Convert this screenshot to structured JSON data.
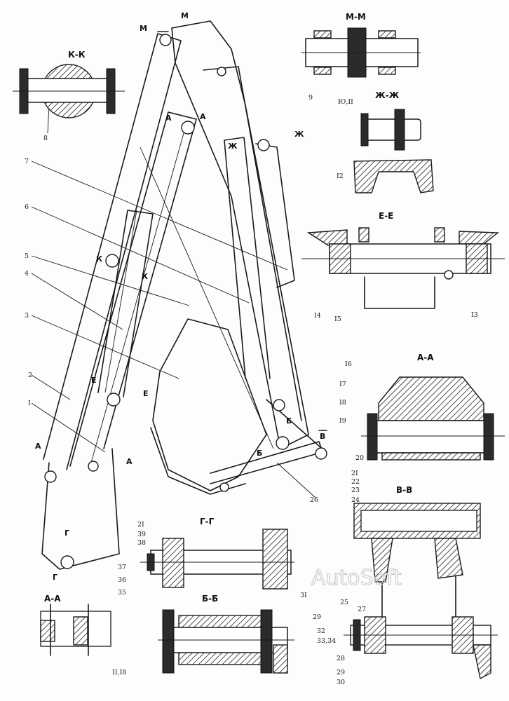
{
  "sections": {
    "kk": "К-К",
    "mm": "М-М",
    "zhzh": "Ж-Ж",
    "ee": "Е-Е",
    "aa_top": "А-А",
    "vv": "В-В",
    "gg": "Г-Г",
    "aa_bottom": "А-А",
    "bb": "Б-Б"
  },
  "cut_letters": {
    "m1": "М",
    "m2": "М",
    "a1": "А",
    "a2": "А",
    "a3": "А",
    "a4": "А",
    "zh1": "Ж",
    "zh2": "Ж",
    "k1": "К",
    "k2": "К",
    "e1": "Е",
    "e2": "Е",
    "b1": "Б",
    "b2": "Б",
    "v1": "В",
    "g1": "Г",
    "g2": "Г"
  },
  "callouts": {
    "n1": "I",
    "n2": "2",
    "n3": "3",
    "n4": "4",
    "n5": "5",
    "n6": "6",
    "n7": "7",
    "n8": "8",
    "n9": "9",
    "n10_11": "Ю,II",
    "n12": "I2",
    "n13": "I3",
    "n14": "I4",
    "n15": "I5",
    "n16": "I6",
    "n17": "I7",
    "n18": "I8",
    "n19": "I9",
    "n20": "20",
    "n21a": "2I",
    "n22": "22",
    "n23": "23",
    "n24": "24",
    "n25": "25",
    "n26": "26",
    "n27": "27",
    "n21b": "2I",
    "n39": "39",
    "n38": "38",
    "n31": "3I",
    "n37": "37",
    "n36": "36",
    "n35": "35",
    "n11_18": "II,I8",
    "n29a": "29",
    "n32": "32",
    "n33_34": "33,34",
    "n28": "28",
    "n29b": "29",
    "n30": "30"
  },
  "watermark": "AutoSoft"
}
